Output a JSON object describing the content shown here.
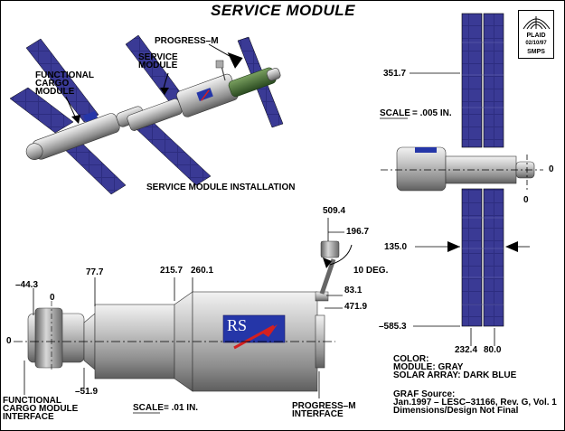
{
  "title": "SERVICE MODULE",
  "badge": {
    "name": "PLAID",
    "date": "02/10/97",
    "org": "SMPS"
  },
  "top_view": {
    "labels": {
      "progress": "PROGRESS–M",
      "service_module_1": "SERVICE",
      "service_module_2": "MODULE",
      "fcm_1": "FUNCTIONAL",
      "fcm_2": "CARGO",
      "fcm_3": "MODULE",
      "caption": "SERVICE MODULE INSTALLATION"
    }
  },
  "right_view": {
    "dim_351": "351.7",
    "scale_label": "SCALE",
    "scale_value": "= .005 IN.",
    "zero_right": "0",
    "zero_below": "0",
    "dim_135": "135.0",
    "dim_585": "–585.3",
    "dim_232": "232.4",
    "dim_80": "80.0"
  },
  "bottom_view": {
    "dim_509": "509.4",
    "dim_196": "196.7",
    "deg": "10 DEG.",
    "dim_83": "83.1",
    "dim_471": "471.9",
    "dim_m44": "–44.3",
    "zero_top": "0",
    "dim_77": "77.7",
    "dim_215": "215.7",
    "dim_260": "260.1",
    "zero_left": "0",
    "dim_m51": "–51.9",
    "fcm_interface_1": "FUNCTIONAL",
    "fcm_interface_2": "CARGO MODULE",
    "fcm_interface_3": "INTERFACE",
    "scale_label": "SCALE",
    "scale_value": "= .01 IN.",
    "progress_interface_1": "PROGRESS–M",
    "progress_interface_2": "INTERFACE",
    "logo_text": "RS"
  },
  "notes": {
    "color_1": "COLOR:",
    "color_2": "MODULE: GRAY",
    "color_3": "SOLAR ARRAY: DARK BLUE",
    "source_1": "GRAF Source:",
    "source_2": "Jan.1997 – LESC–31166, Rev. G, Vol. 1",
    "source_3": "Dimensions/Design Not Final"
  },
  "colors": {
    "solar_array": "#2a2a78",
    "module_gray": "#b8b8b8",
    "progress_green": "#3f6b30",
    "logo_blue": "#2536a8",
    "logo_red": "#d42020"
  }
}
